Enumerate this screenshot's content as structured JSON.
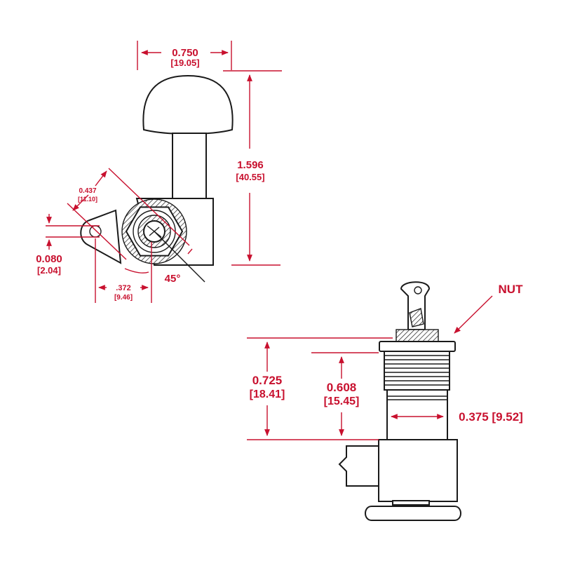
{
  "colors": {
    "dimension": "#c8102e",
    "line": "#1a1a1a",
    "background": "#ffffff"
  },
  "top_view": {
    "width_dim": {
      "inch": "0.750",
      "mm": "[19.05]"
    },
    "height_dim": {
      "inch": "1.596",
      "mm": "[40.55]"
    },
    "hole_dim": {
      "inch": "0.437",
      "mm": "[11.10]"
    },
    "offset_dim": {
      "inch": "0.080",
      "mm": "[2.04]"
    },
    "spacing_dim": {
      "inch": ".372",
      "mm": "[9.46]"
    },
    "angle": "45°"
  },
  "side_view": {
    "nut_label": "NUT",
    "overall_dim": {
      "inch": "0.725",
      "mm": "[18.41]"
    },
    "thread_dim": {
      "inch": "0.608",
      "mm": "[15.45]"
    },
    "diameter_dim": "0.375 [9.52]"
  }
}
